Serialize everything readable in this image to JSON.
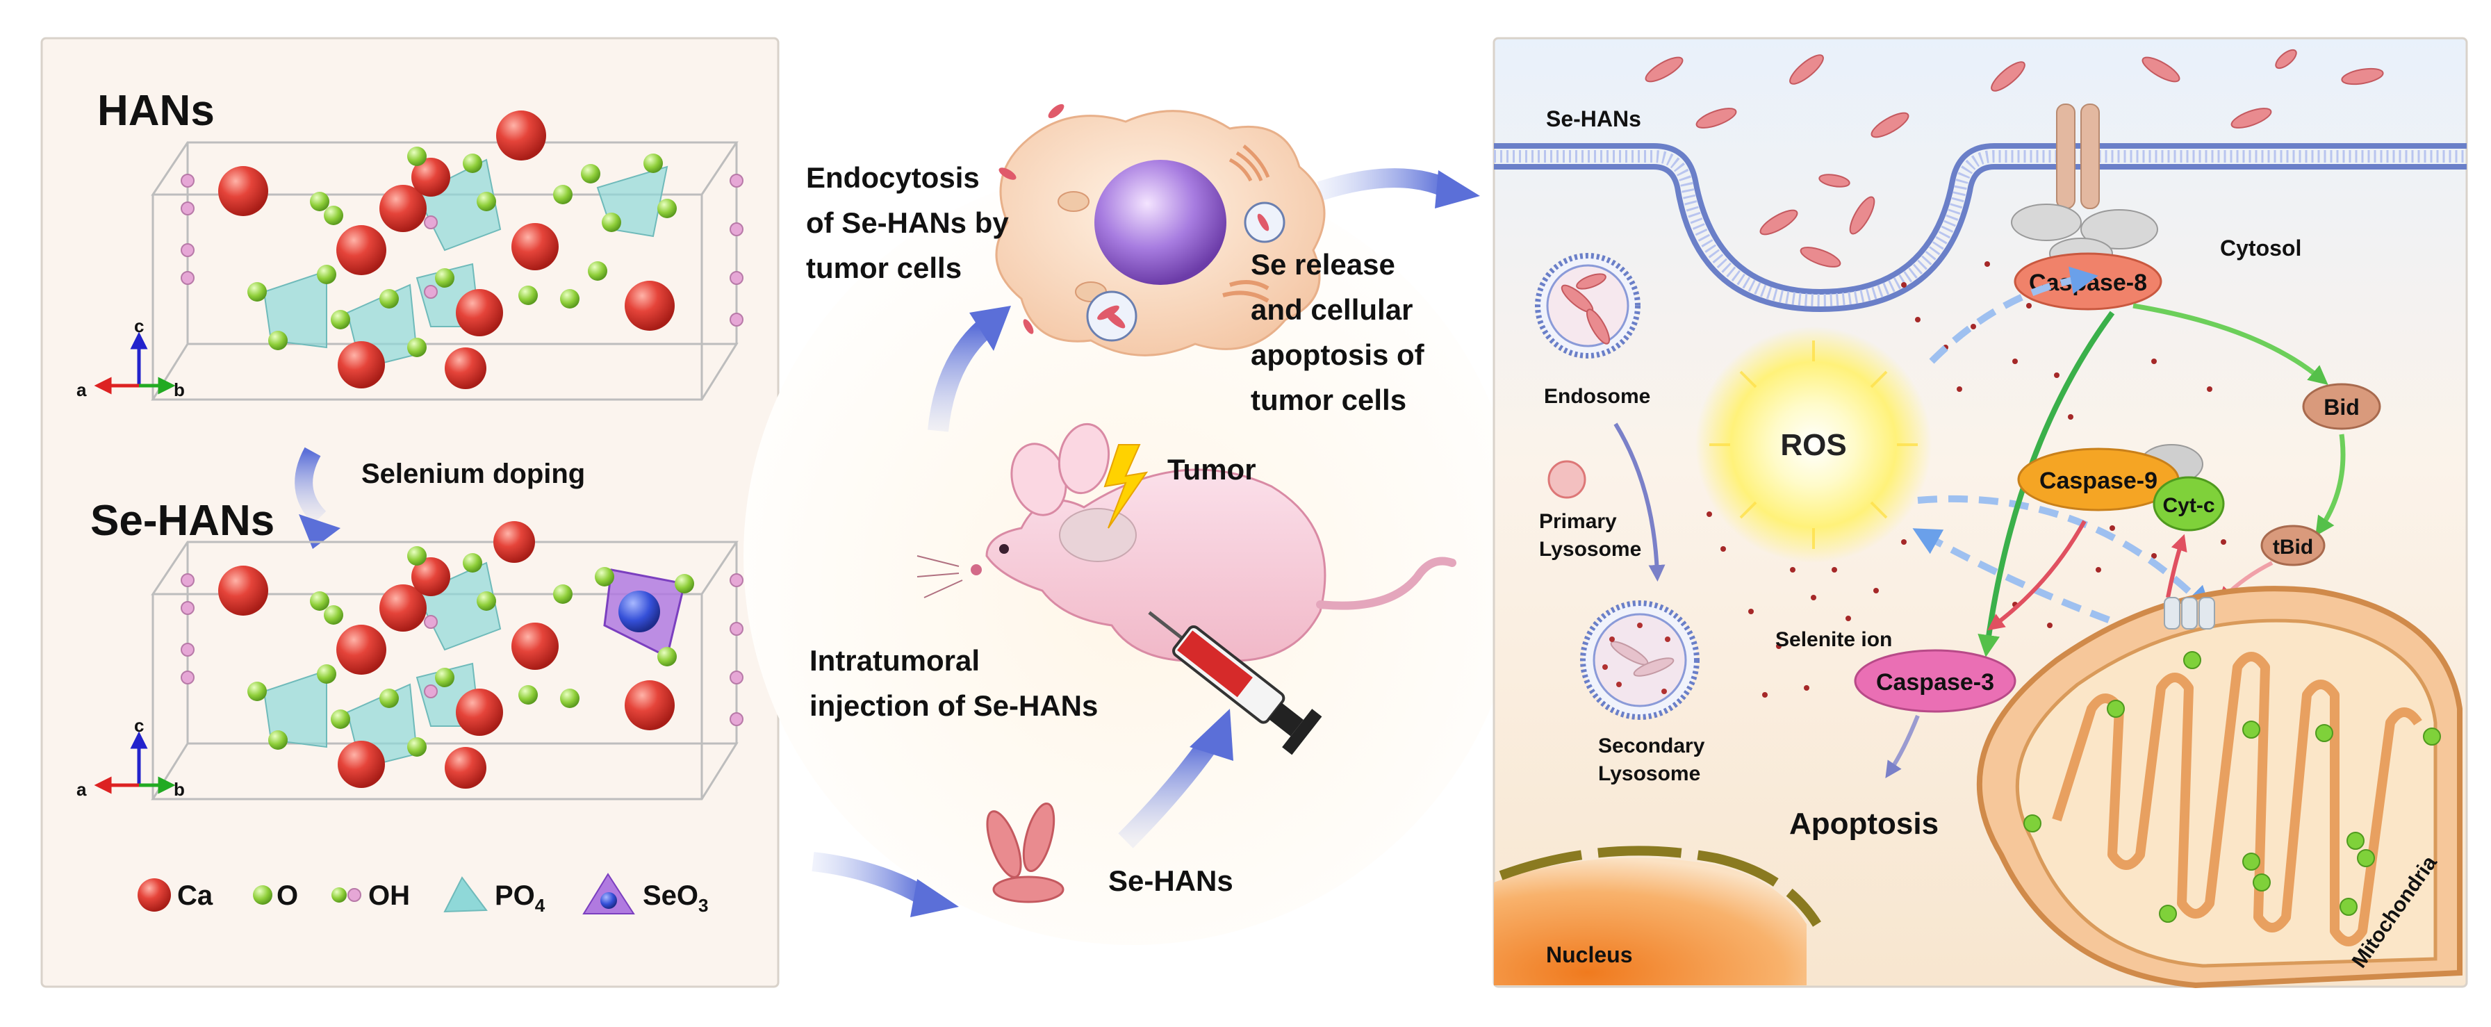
{
  "left_panel": {
    "hans_title": "HANs",
    "doping_label": "Selenium doping",
    "sehans_title": "Se-HANs",
    "axis": {
      "c": "c",
      "a": "a",
      "b": "b"
    },
    "legend": [
      {
        "key": "ca",
        "label": "Ca"
      },
      {
        "key": "o",
        "label": "O"
      },
      {
        "key": "oh",
        "label": "OH"
      },
      {
        "key": "po4",
        "label": "PO",
        "sub": "4"
      },
      {
        "key": "seo3",
        "label": "SeO",
        "sub": "3"
      }
    ],
    "colors": {
      "ca": "#d62f2a",
      "o": "#8fcf3a",
      "oh": "#e6a7d6",
      "po4": "#8fd8d8",
      "seo3": "#7b3fbf"
    }
  },
  "middle_panel": {
    "endocytosis_label": [
      "Endocytosis",
      "of Se-HANs by",
      "tumor cells"
    ],
    "release_label": [
      "Se release",
      "and cellular",
      "apoptosis of",
      "tumor cells"
    ],
    "tumor_label": "Tumor",
    "injection_label": [
      "Intratumoral",
      "injection of Se-HANs"
    ],
    "particles_label": "Se-HANs"
  },
  "right_panel": {
    "membrane_label": "Se-HANs",
    "cytosol_label": "Cytosol",
    "endosome_label": "Endosome",
    "primary_lysosome_label": [
      "Primary",
      "Lysosome"
    ],
    "secondary_lysosome_label": [
      "Secondary",
      "Lysosome"
    ],
    "ros_label": "ROS",
    "selenite_label": "Selenite ion",
    "caspase8": "Caspase-8",
    "caspase9": "Caspase-9",
    "caspase3": "Caspase-3",
    "bid": "Bid",
    "tbid": "tBid",
    "cytc": "Cyt-c",
    "apoptosis_label": "Apoptosis",
    "nucleus_label": "Nucleus",
    "mito_label": "Mitochondria",
    "colors": {
      "caspase8": "#f0826a",
      "caspase9": "#f5a524",
      "caspase3": "#ea6fb4",
      "bid": "#d99a7c",
      "cytc": "#7fd13a"
    }
  }
}
